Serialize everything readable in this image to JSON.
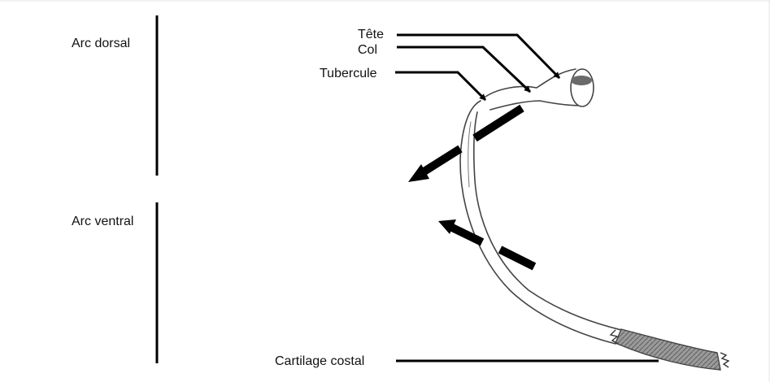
{
  "sections": {
    "dorsal": "Arc dorsal",
    "ventral": "Arc ventral"
  },
  "parts": {
    "head": "Tête",
    "neck": "Col",
    "tubercle": "Tubercule",
    "cartilage": "Cartilage costal"
  },
  "colors": {
    "ink": "#000000",
    "bone_fill": "#ffffff",
    "cartilage_fill": "#8a8a8a"
  }
}
